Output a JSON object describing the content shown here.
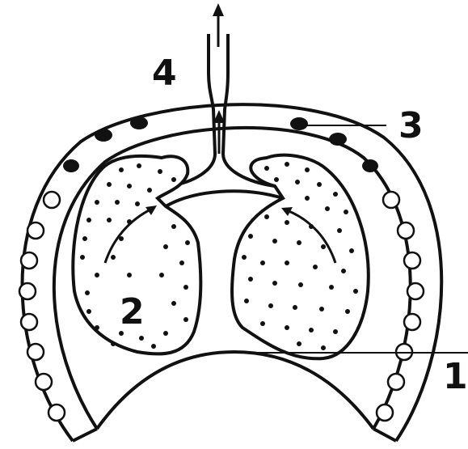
{
  "labels": {
    "one": "1",
    "two": "2",
    "three": "3",
    "four": "4"
  },
  "colors": {
    "stroke": "#111111",
    "background": "#ffffff",
    "filled_dot": "#111111",
    "hollow_dot": "#ffffff"
  },
  "icons": [
    "up-arrow-icon",
    "curved-arrow-icon"
  ]
}
